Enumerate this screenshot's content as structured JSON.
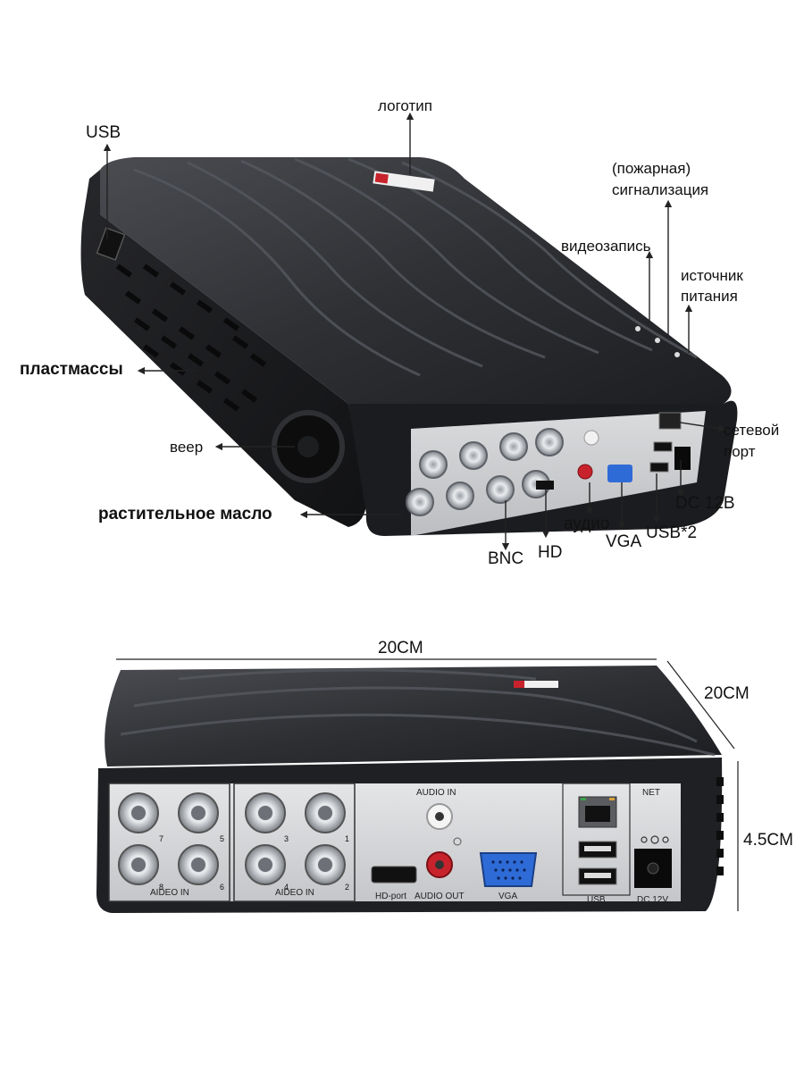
{
  "top_view": {
    "callouts": {
      "logo": "логотип",
      "usb": "USB",
      "alarm_line1": "(пожарная)",
      "alarm_line2": "сигнализация",
      "recording": "видеозапись",
      "power_line1": "источник",
      "power_line2": "питания",
      "plastic": "пластмассы",
      "fan": "веер",
      "network_line1": "сетевой",
      "network_line2": "порт",
      "dc": "DC 12В",
      "oil": "растительное масло",
      "audio": "аудио",
      "bnc": "BNC",
      "hd": "HD",
      "vga": "VGA",
      "usb2": "USB*2"
    }
  },
  "rear_view": {
    "dimensions": {
      "width": "20CM",
      "depth": "20CM",
      "height": "4.5CM"
    },
    "panel_labels": {
      "video_in_left": "AIDEO IN",
      "video_in_right": "AIDEO IN",
      "audio_in": "AUDIO IN",
      "audio_out": "AUDIO OUT",
      "hd_port": "HD-port",
      "vga": "VGA",
      "net": "NET",
      "usb": "USB",
      "dc": "DC 12V"
    },
    "bnc_numbers": [
      "7",
      "5",
      "8",
      "6",
      "3",
      "1",
      "4",
      "2"
    ]
  },
  "colors": {
    "body": "#2b2d31",
    "panel": "#d9dadc",
    "vga_blue": "#2f6bd6",
    "rca_red": "#c8232c"
  }
}
